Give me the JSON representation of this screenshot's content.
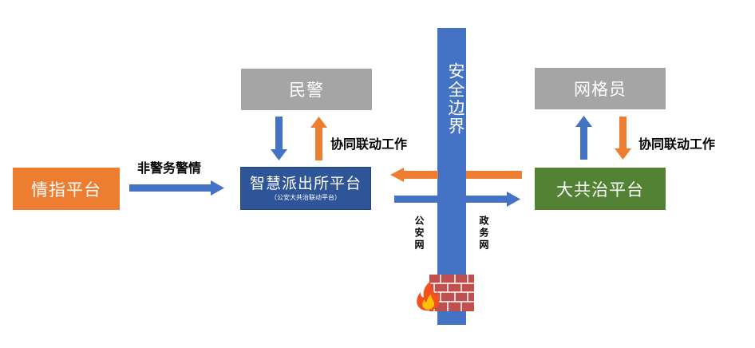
{
  "nodes": {
    "qingzhi": "情指平台",
    "minjing": "民警",
    "zhihui": "智慧派出所平台",
    "zhihui_sub": "（公安大共治联动平台）",
    "wangge": "网格员",
    "dagong": "大共治平台"
  },
  "boundary": "安全边界",
  "labels": {
    "feijing": "非警务警情",
    "xietong_left": "协同联动工作",
    "xietong_right": "协同联动工作",
    "gongan": "公安网",
    "zhengwu": "政务网"
  },
  "colors": {
    "orange": "#ed7d31",
    "gray": "#a5a5a5",
    "navy": "#2e5597",
    "blue": "#4472c4",
    "green": "#548235",
    "brick": "#c0504d"
  },
  "icons": [
    "firewall-icon",
    "fire-icon"
  ]
}
